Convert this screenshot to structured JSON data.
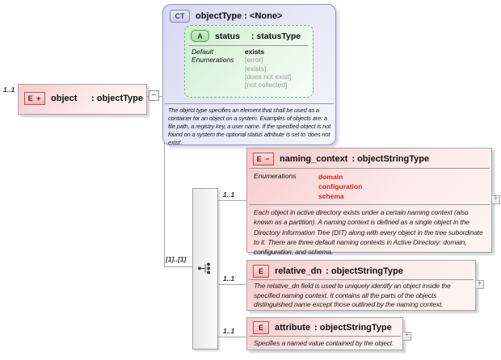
{
  "root": {
    "cardinality": "1..1",
    "badge": "E +",
    "name": "object",
    "type": ": objectType",
    "collapse_glyph": "−"
  },
  "complex_type": {
    "badge": "CT",
    "title": "objectType : <None>",
    "attribute": {
      "badge": "A",
      "name": "status",
      "type": ": statusType",
      "default_label": "Default",
      "default_value": "exists",
      "enumerations_label": "Enumerations",
      "enumerations": [
        "[error]",
        "[exists]",
        "[does not exist]",
        "[not collected]"
      ]
    },
    "annotation": "The object type specifies an element that shall be used as a container for an object on a system. Examples of objects are: a file path, a registry key, a user name. If the specified object is not found on a system the optional status attribute is set to 'does not exist'."
  },
  "compositor": {
    "occurrence": "[1]..[1]",
    "icon": "sequence-icon"
  },
  "children": [
    {
      "cardinality": "1..1",
      "badge": "E −",
      "name": "naming_context",
      "type": ": objectStringType",
      "enumerations_label": "Enumerations",
      "enumerations": [
        "domain",
        "configuration",
        "schema"
      ],
      "annotation": "Each object in active directory exists under a certain naming context (also known as a partition).  A naming context is defined as a single object in the Directory Information Tree (DIT) along with every object in the tree subordinate to it.  There are three default naming contexts in Active Directory: domain, configuration, and schema.",
      "expand_glyph": "+"
    },
    {
      "cardinality": "1..1",
      "badge": "E",
      "name": "relative_dn",
      "type": ": objectStringType",
      "annotation": "The relative_dn field is used to uniquely identify an object inside the specified naming context.  It contains all the parts of the objects distinguished name except those outlined by the naming context.",
      "expand_glyph": "+"
    },
    {
      "cardinality": "1..1",
      "badge": "E",
      "name": "attribute",
      "type": ": objectStringType",
      "annotation": "Specifies a named value contained by the object.",
      "expand_glyph": "+"
    }
  ]
}
